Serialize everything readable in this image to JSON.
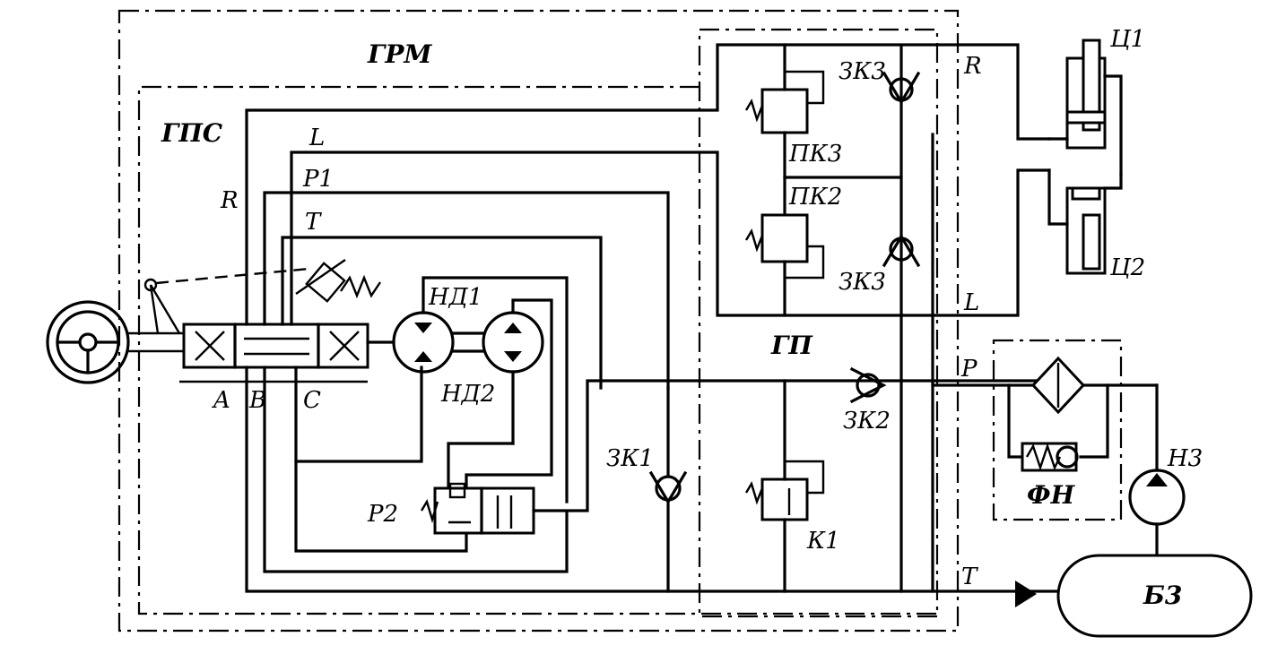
{
  "labels": {
    "grm": "ГРМ",
    "gps": "ГПС",
    "gp": "ГП",
    "fn": "ФН",
    "nd1": "НД1",
    "nd2": "НД2",
    "r2": "Р2",
    "zk1": "ЗК1",
    "zk2": "ЗК2",
    "zk3_top": "ЗК3",
    "zk3_bottom": "ЗК3",
    "pk3": "ПК3",
    "pk2": "ПК2",
    "k1": "К1",
    "c1": "Ц1",
    "c2": "Ц2",
    "n3": "Н3",
    "b3": "Б3",
    "port_L_top": "L",
    "port_P1": "P1",
    "port_T_top": "T",
    "port_R_left": "R",
    "port_R_right": "R",
    "port_L_right": "L",
    "port_P_right": "P",
    "port_T_right": "T",
    "port_A": "A",
    "port_B": "B",
    "port_C": "C"
  }
}
